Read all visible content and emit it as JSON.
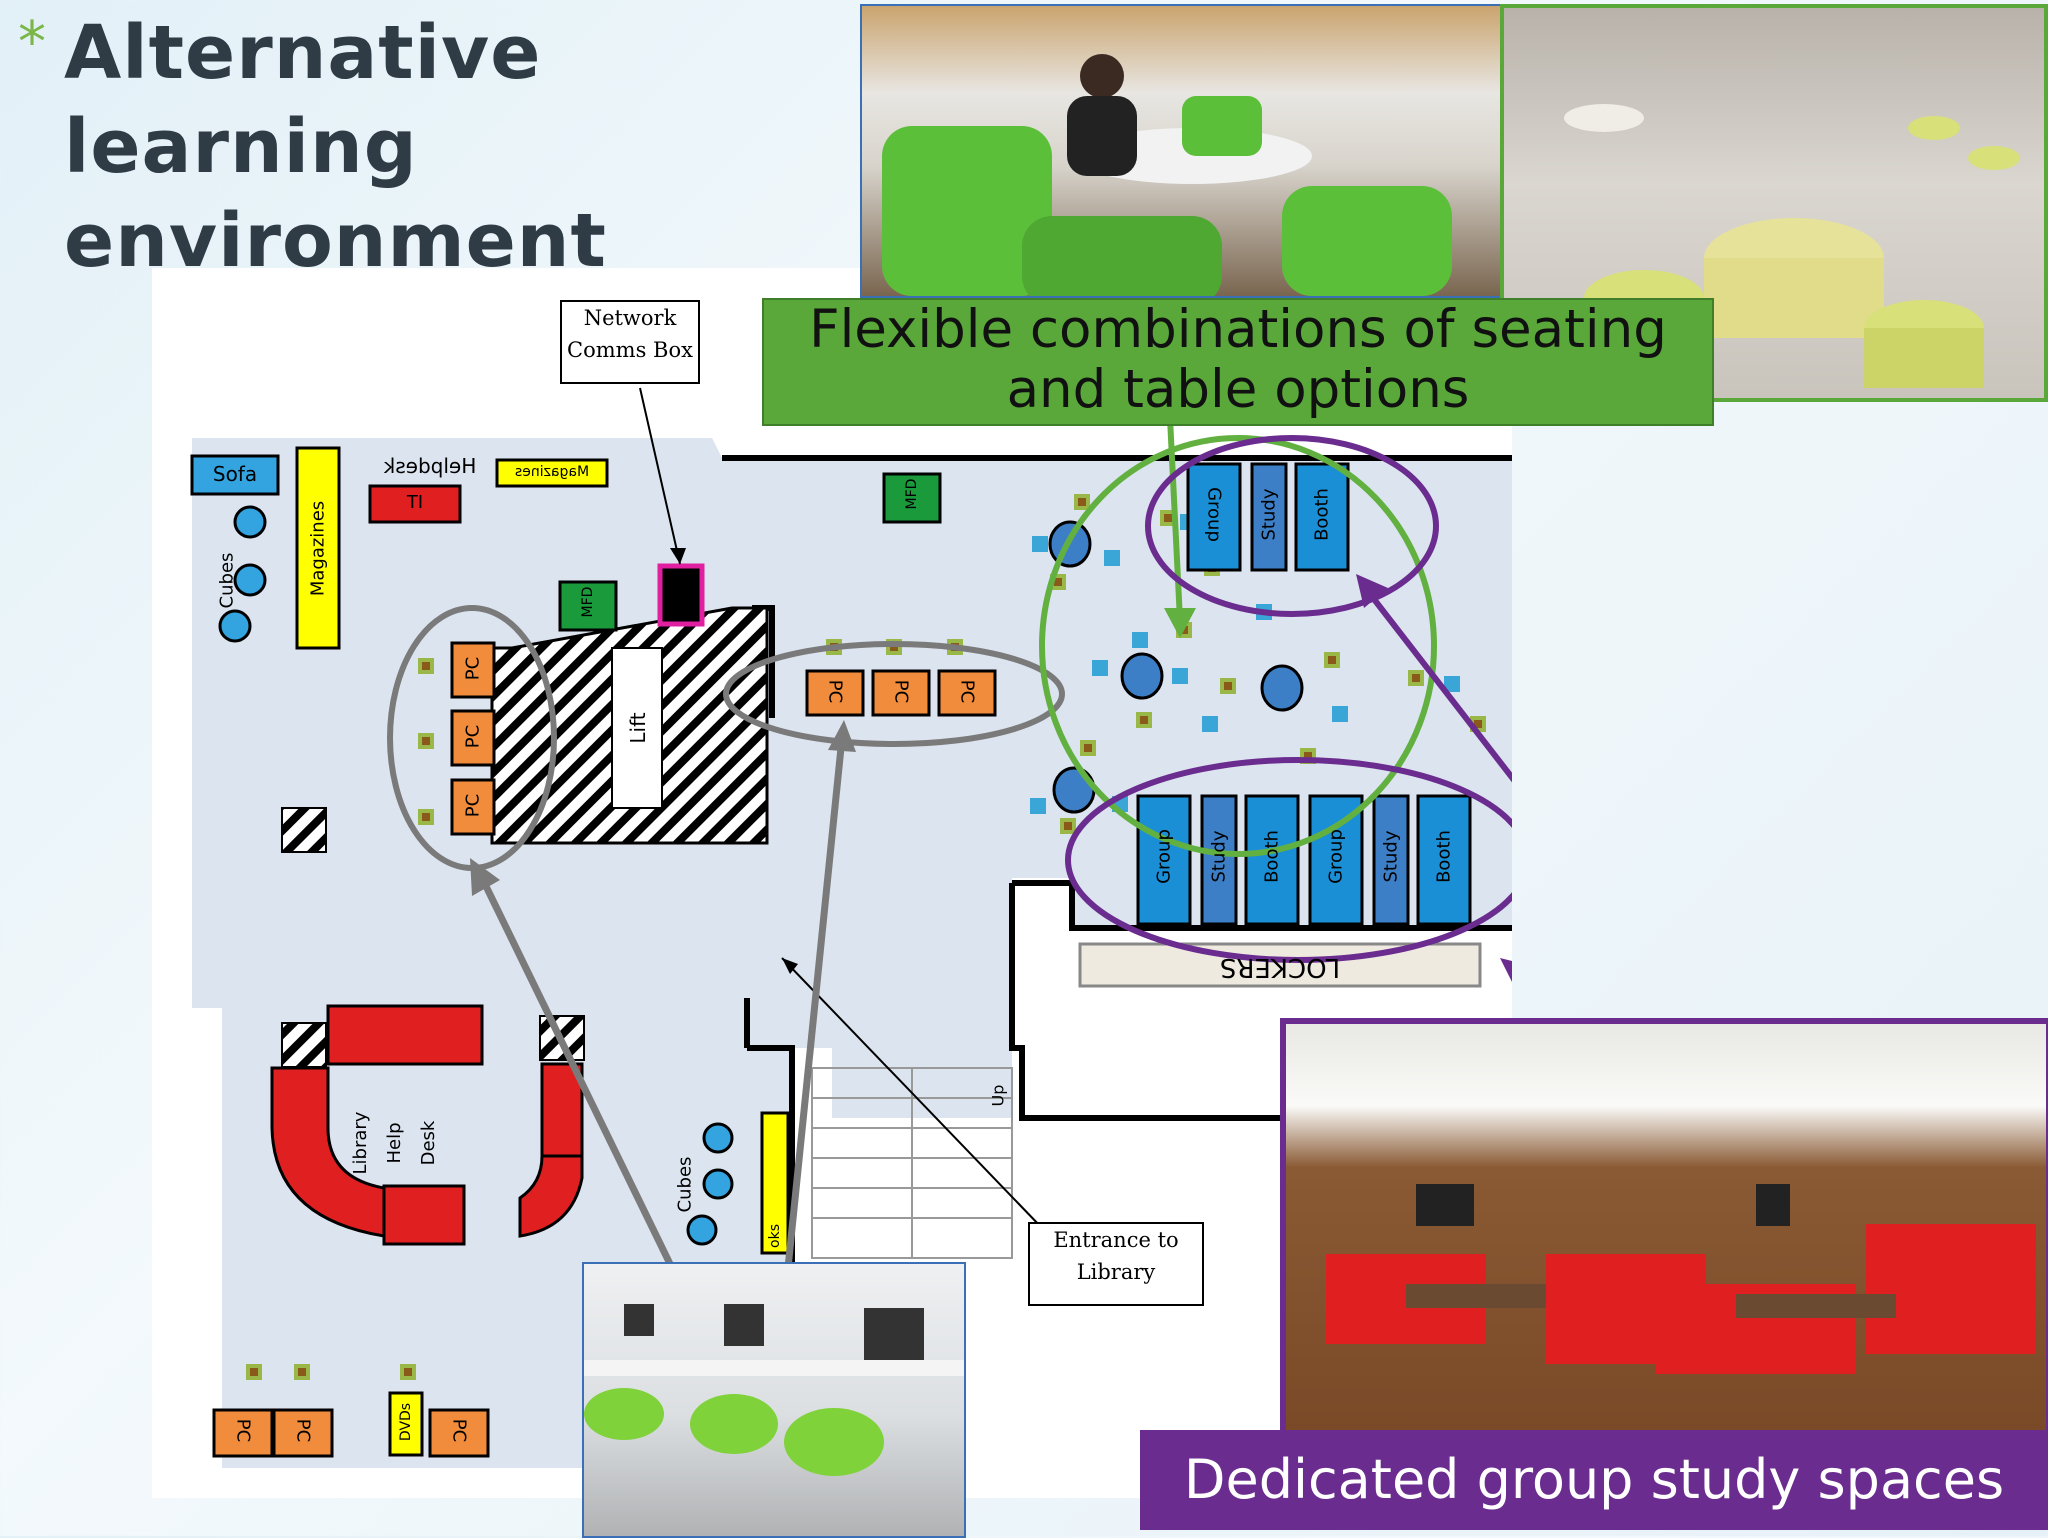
{
  "slide": {
    "bullet": "*",
    "title_line1": "Alternative learning",
    "title_line2": "environment"
  },
  "callouts": {
    "flexible_line1": "Flexible combinations of seating",
    "flexible_line2": "and table options",
    "group_study": "Dedicated group study spaces"
  },
  "floor_plan": {
    "network_box_line1": "Network",
    "network_box_line2": "Comms Box",
    "entrance_line1": "Entrance to",
    "entrance_line2": "Library",
    "sofa": "Sofa",
    "magazines": "Magazines",
    "helpdesk_mirrored": "Helpdesk",
    "magazines_mirrored": "Magazines",
    "it": "IT",
    "mfd": "MFD",
    "cubes": "Cubes",
    "pc": "PC",
    "lift": "Lift",
    "library_help_desk_1": "Library",
    "library_help_desk_2": "Help",
    "library_help_desk_3": "Desk",
    "group": "Group",
    "study": "Study",
    "booth": "Booth",
    "lockers": "LOCKERS",
    "dvds": "DVDs",
    "up": "Up",
    "books_fragment": "oks"
  },
  "colors": {
    "green_callout": "#5aa83a",
    "purple_callout": "#6a2c8e",
    "pc_orange": "#f08c3c",
    "booth_blue": "#1a8fd6",
    "desk_red": "#e02020",
    "mfd_green": "#1a9a3a",
    "yellow": "#ffff00"
  }
}
